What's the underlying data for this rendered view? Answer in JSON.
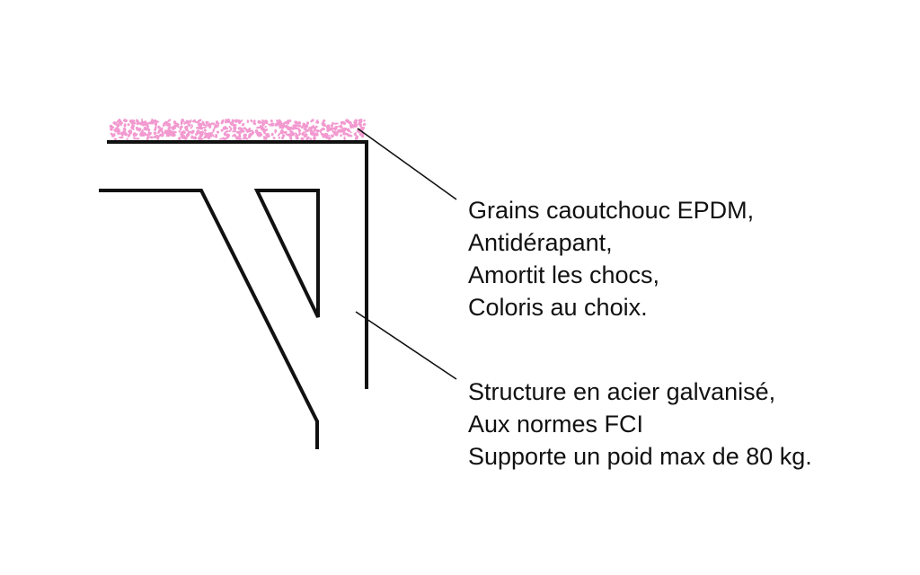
{
  "colors": {
    "line": "#111111",
    "rubber_grains": "#f29ad0",
    "background": "#ffffff"
  },
  "callouts": {
    "rubber": {
      "lines": [
        "Grains caoutchouc EPDM,",
        "Antidérapant,",
        "Amortit les chocs,",
        "Coloris au choix."
      ]
    },
    "structure": {
      "lines": [
        "Structure en acier galvanisé,",
        "Aux normes FCI",
        "Supporte un poid max de 80 kg."
      ]
    }
  }
}
